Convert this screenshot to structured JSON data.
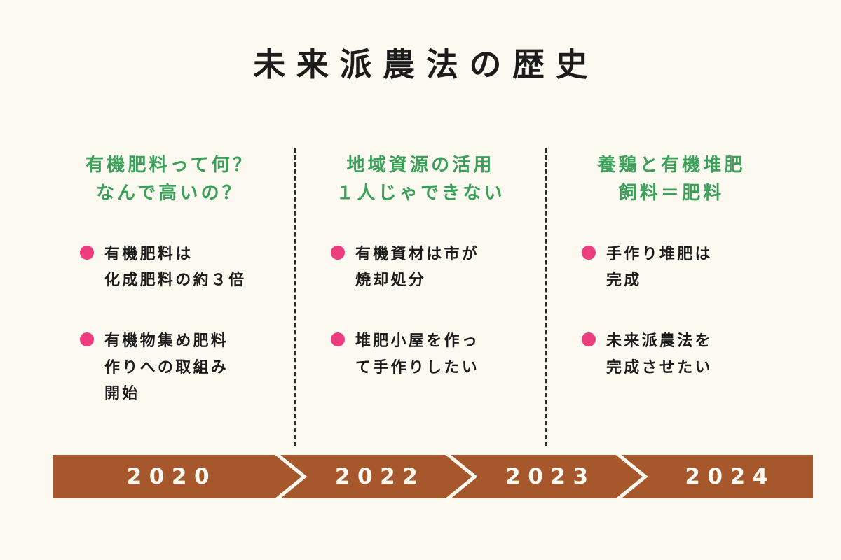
{
  "title": "未来派農法の歴史",
  "columns": [
    {
      "heading": "有機肥料って何？\nなんで高いの？",
      "bullets": [
        "有機肥料は\n化成肥料の約３倍",
        "有機物集め肥料\n作りへの取組み\n開始"
      ]
    },
    {
      "heading": "地域資源の活用\n１人じゃできない",
      "bullets": [
        "有機資材は市が\n焼却処分",
        "堆肥小屋を作っ\nて手作りしたい"
      ]
    },
    {
      "heading": "養鶏と有機堆肥\n飼料＝肥料",
      "bullets": [
        "手作り堆肥は\n完成",
        "未来派農法を\n完成させたい"
      ]
    }
  ],
  "timeline": {
    "years": [
      "2020",
      "2022",
      "2023",
      "2024"
    ]
  },
  "colors": {
    "background": "#FCFAF0",
    "heading_green": "#3BA05A",
    "bullet_pink": "#EE3D7F",
    "timeline_brown": "#A6582C",
    "text_dark": "#1C1C1C"
  }
}
